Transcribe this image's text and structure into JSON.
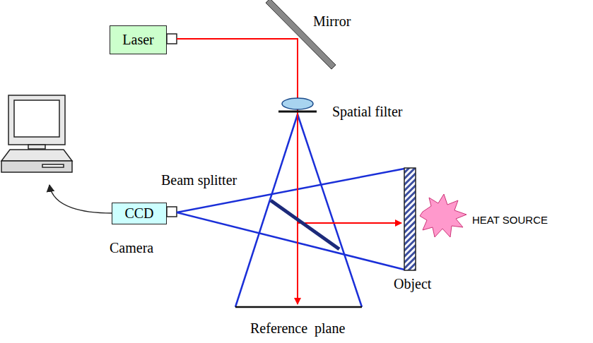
{
  "diagram": {
    "nodes": [
      {
        "text": [
          "Laser"
        ]
      },
      {
        "text": [
          "CCD"
        ]
      }
    ],
    "labels": [
      "Mirror",
      "Spatial filter",
      "Beam splitter",
      "Camera",
      "HEAT SOURCE",
      "Object",
      "Reference  plane"
    ]
  }
}
